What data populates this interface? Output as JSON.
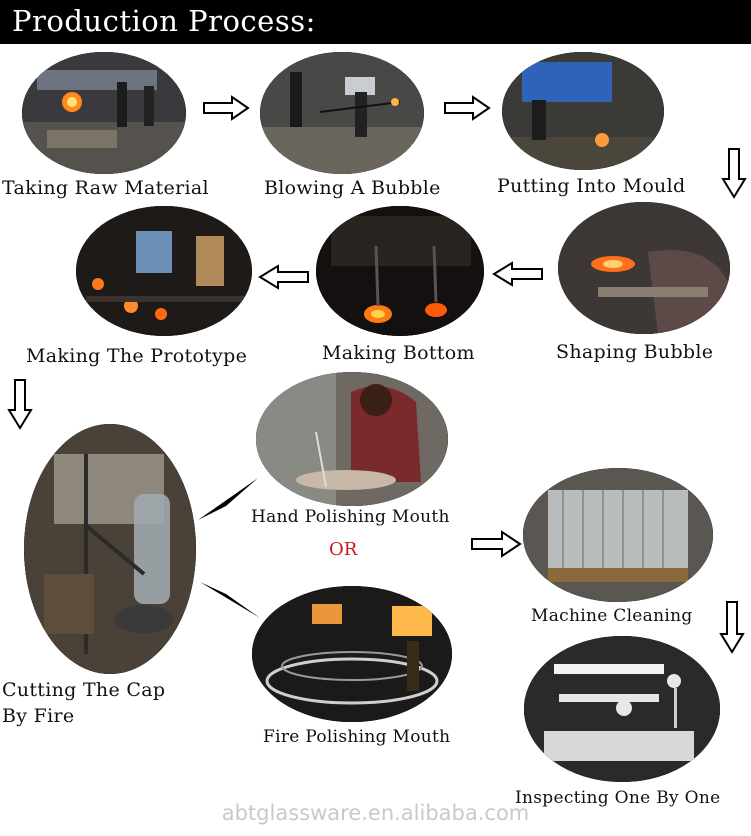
{
  "header": {
    "title": "Production Process:"
  },
  "steps": [
    {
      "id": "taking-raw-material",
      "label": "Taking Raw Material"
    },
    {
      "id": "blowing-a-bubble",
      "label": "Blowing A Bubble"
    },
    {
      "id": "putting-into-mould",
      "label": "Putting Into Mould"
    },
    {
      "id": "shaping-bubble",
      "label": "Shaping Bubble"
    },
    {
      "id": "making-bottom",
      "label": "Making Bottom"
    },
    {
      "id": "making-the-prototype",
      "label": "Making The Prototype"
    },
    {
      "id": "cutting-the-cap",
      "label_line1": "Cutting The Cap",
      "label_line2": "By Fire"
    },
    {
      "id": "hand-polishing-mouth",
      "label": "Hand Polishing Mouth"
    },
    {
      "id": "fire-polishing-mouth",
      "label": "Fire Polishing Mouth"
    },
    {
      "id": "machine-cleaning",
      "label": "Machine Cleaning"
    },
    {
      "id": "inspecting-one-by-one",
      "label": "Inspecting One By One"
    }
  ],
  "or_text": "OR",
  "watermark": "abtglassware.en.alibaba.com",
  "colors": {
    "banner": "#000000",
    "or": "#c8191a",
    "watermark": "#c9c9c9"
  }
}
